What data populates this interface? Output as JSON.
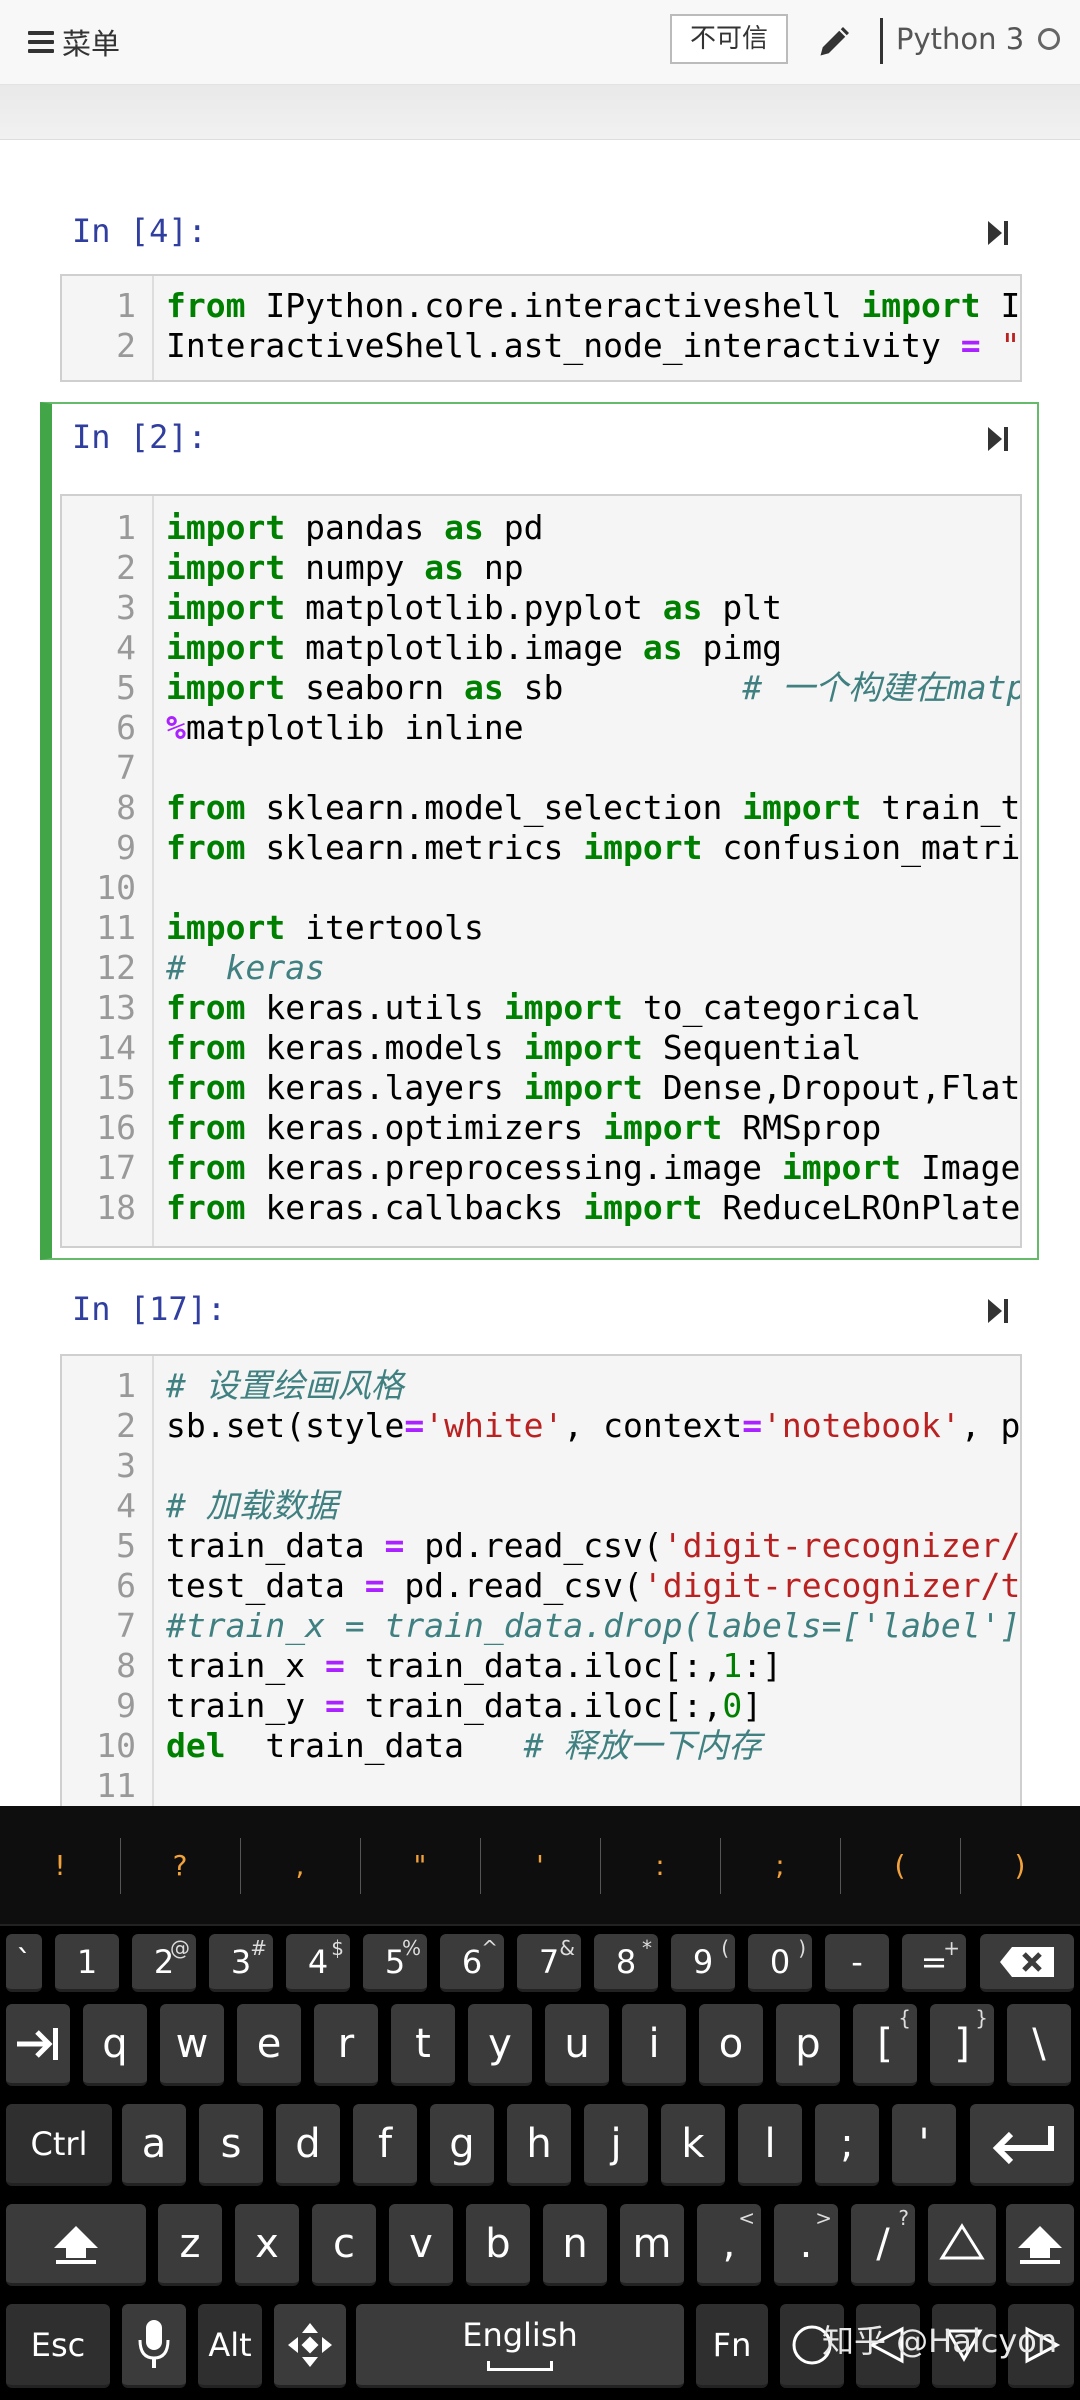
{
  "header": {
    "menu_label": "菜单",
    "trust_label": "不可信",
    "kernel_name": "Python 3"
  },
  "cells": [
    {
      "prompt": "In [4]:",
      "lines": [
        [
          [
            "kw",
            "from"
          ],
          [
            "t",
            " IPython.core.interactiveshell "
          ],
          [
            "kw",
            "import"
          ],
          [
            "t",
            " I"
          ]
        ],
        [
          [
            "t",
            "InteractiveShell.ast_node_interactivity "
          ],
          [
            "op",
            "="
          ],
          [
            "t",
            " "
          ],
          [
            "str",
            "\""
          ]
        ]
      ]
    },
    {
      "prompt": "In [2]:",
      "lines": [
        [
          [
            "kw",
            "import"
          ],
          [
            "t",
            " pandas "
          ],
          [
            "kw",
            "as"
          ],
          [
            "t",
            " pd"
          ]
        ],
        [
          [
            "kw",
            "import"
          ],
          [
            "t",
            " numpy "
          ],
          [
            "kw",
            "as"
          ],
          [
            "t",
            " np"
          ]
        ],
        [
          [
            "kw",
            "import"
          ],
          [
            "t",
            " matplotlib.pyplot "
          ],
          [
            "kw",
            "as"
          ],
          [
            "t",
            " plt"
          ]
        ],
        [
          [
            "kw",
            "import"
          ],
          [
            "t",
            " matplotlib.image "
          ],
          [
            "kw",
            "as"
          ],
          [
            "t",
            " pimg"
          ]
        ],
        [
          [
            "kw",
            "import"
          ],
          [
            "t",
            " seaborn "
          ],
          [
            "kw",
            "as"
          ],
          [
            "t",
            " sb         "
          ],
          [
            "cm",
            "# 一个构建在matp"
          ]
        ],
        [
          [
            "op",
            "%"
          ],
          [
            "t",
            "matplotlib inline"
          ]
        ],
        [],
        [
          [
            "kw",
            "from"
          ],
          [
            "t",
            " sklearn.model_selection "
          ],
          [
            "kw",
            "import"
          ],
          [
            "t",
            " train_t"
          ]
        ],
        [
          [
            "kw",
            "from"
          ],
          [
            "t",
            " sklearn.metrics "
          ],
          [
            "kw",
            "import"
          ],
          [
            "t",
            " confusion_matri"
          ]
        ],
        [],
        [
          [
            "kw",
            "import"
          ],
          [
            "t",
            " itertools"
          ]
        ],
        [
          [
            "cm",
            "#  keras"
          ]
        ],
        [
          [
            "kw",
            "from"
          ],
          [
            "t",
            " keras.utils "
          ],
          [
            "kw",
            "import"
          ],
          [
            "t",
            " to_categorical"
          ]
        ],
        [
          [
            "kw",
            "from"
          ],
          [
            "t",
            " keras.models "
          ],
          [
            "kw",
            "import"
          ],
          [
            "t",
            " Sequential"
          ]
        ],
        [
          [
            "kw",
            "from"
          ],
          [
            "t",
            " keras.layers "
          ],
          [
            "kw",
            "import"
          ],
          [
            "t",
            " Dense,Dropout,Flat"
          ]
        ],
        [
          [
            "kw",
            "from"
          ],
          [
            "t",
            " keras.optimizers "
          ],
          [
            "kw",
            "import"
          ],
          [
            "t",
            " RMSprop"
          ]
        ],
        [
          [
            "kw",
            "from"
          ],
          [
            "t",
            " keras.preprocessing.image "
          ],
          [
            "kw",
            "import"
          ],
          [
            "t",
            " Image"
          ]
        ],
        [
          [
            "kw",
            "from"
          ],
          [
            "t",
            " keras.callbacks "
          ],
          [
            "kw",
            "import"
          ],
          [
            "t",
            " ReduceLROnPlate"
          ]
        ]
      ]
    },
    {
      "prompt": "In [17]:",
      "lines": [
        [
          [
            "cm",
            "# 设置绘画风格"
          ]
        ],
        [
          [
            "t",
            "sb.set(style"
          ],
          [
            "op",
            "="
          ],
          [
            "str",
            "'white'"
          ],
          [
            "t",
            ", context"
          ],
          [
            "op",
            "="
          ],
          [
            "str",
            "'notebook'"
          ],
          [
            "t",
            ", p"
          ]
        ],
        [],
        [
          [
            "cm",
            "# 加载数据"
          ]
        ],
        [
          [
            "t",
            "train_data "
          ],
          [
            "op",
            "="
          ],
          [
            "t",
            " pd.read_csv("
          ],
          [
            "str",
            "'digit-recognizer/"
          ]
        ],
        [
          [
            "t",
            "test_data "
          ],
          [
            "op",
            "="
          ],
          [
            "t",
            " pd.read_csv("
          ],
          [
            "str",
            "'digit-recognizer/t"
          ]
        ],
        [
          [
            "cm",
            "#train_x = train_data.drop(labels=['label']"
          ]
        ],
        [
          [
            "t",
            "train_x "
          ],
          [
            "op",
            "="
          ],
          [
            "t",
            " train_data.iloc[:,"
          ],
          [
            "num",
            "1"
          ],
          [
            "t",
            ":]"
          ]
        ],
        [
          [
            "t",
            "train_y "
          ],
          [
            "op",
            "="
          ],
          [
            "t",
            " train_data.iloc[:,"
          ],
          [
            "num",
            "0"
          ],
          [
            "t",
            "]"
          ]
        ],
        [
          [
            "kw",
            "del"
          ],
          [
            "t",
            "  train_data   "
          ],
          [
            "cm",
            "# 释放一下内存"
          ]
        ],
        []
      ]
    }
  ],
  "keyboard": {
    "symbols": [
      "!",
      "?",
      ",",
      "\"",
      "'",
      ":",
      ";",
      "(",
      ")"
    ],
    "row1": [
      [
        "`",
        ""
      ],
      [
        "1",
        ""
      ],
      [
        "2",
        "@"
      ],
      [
        "3",
        "#"
      ],
      [
        "4",
        "$"
      ],
      [
        "5",
        "%"
      ],
      [
        "6",
        "^"
      ],
      [
        "7",
        "&"
      ],
      [
        "8",
        "*"
      ],
      [
        "9",
        "("
      ],
      [
        "0",
        ")"
      ],
      [
        "-",
        ""
      ],
      [
        "=",
        "+"
      ]
    ],
    "row2": [
      "q",
      "w",
      "e",
      "r",
      "t",
      "y",
      "u",
      "i",
      "o",
      "p",
      "[",
      "]",
      "\\"
    ],
    "row2_alts": [
      "",
      "",
      "",
      "",
      "",
      "",
      "",
      "",
      "",
      "",
      "{",
      "}",
      ""
    ],
    "row3": [
      "a",
      "s",
      "d",
      "f",
      "g",
      "h",
      "j",
      "k",
      "l",
      ";",
      "'"
    ],
    "row4": [
      "z",
      "x",
      "c",
      "v",
      "b",
      "n",
      "m",
      ",",
      ".",
      "/"
    ],
    "row4_alts": [
      "",
      "",
      "",
      "",
      "",
      "",
      "",
      "<",
      ">",
      "?"
    ],
    "ctrl_label": "Ctrl",
    "esc_label": "Esc",
    "alt_label": "Alt",
    "space_label": "English",
    "fn_label": "Fn"
  },
  "watermark": "知乎 @Halcyon"
}
